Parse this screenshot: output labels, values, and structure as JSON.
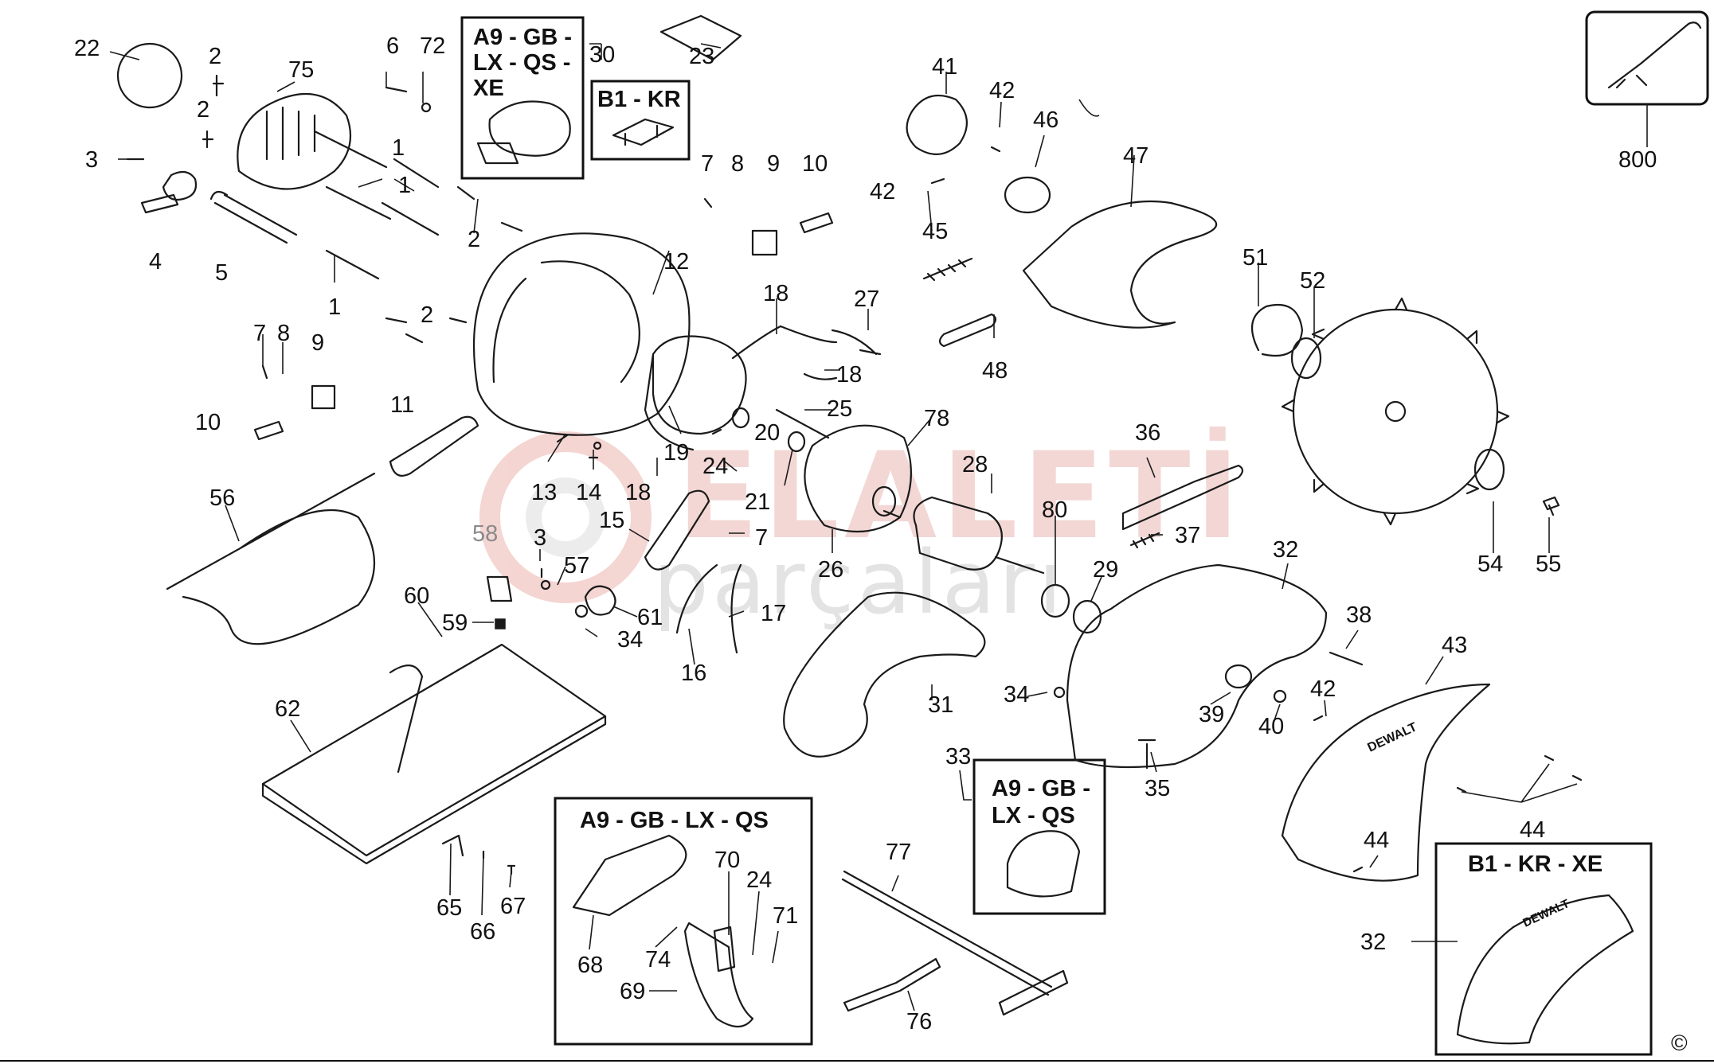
{
  "watermark": {
    "line1": "ELALETİ",
    "line2": "parçaları"
  },
  "copyright_symbol": "©",
  "variant_boxes": {
    "box_30": {
      "label": "A9 - GB - LX - QS - XE",
      "lines": [
        "A9 - GB -",
        "LX - QS -",
        "XE"
      ]
    },
    "box_30b": {
      "label": "B1 - KR"
    },
    "box_33": {
      "lines": [
        "A9 - GB -",
        "LX - QS"
      ]
    },
    "box_bottom": {
      "label": "A9 - GB - LX - QS"
    },
    "box_32b": {
      "label": "B1 - KR - XE"
    }
  },
  "brand_logo": "DEWALT",
  "callouts": [
    {
      "id": "c22",
      "text": "22"
    },
    {
      "id": "c2a",
      "text": "2"
    },
    {
      "id": "c75",
      "text": "75"
    },
    {
      "id": "c6",
      "text": "6"
    },
    {
      "id": "c72",
      "text": "72"
    },
    {
      "id": "c30",
      "text": "30"
    },
    {
      "id": "c23",
      "text": "23"
    },
    {
      "id": "c41",
      "text": "41"
    },
    {
      "id": "c42a",
      "text": "42"
    },
    {
      "id": "c46",
      "text": "46"
    },
    {
      "id": "c47",
      "text": "47"
    },
    {
      "id": "c800",
      "text": "800"
    },
    {
      "id": "c2b",
      "text": "2"
    },
    {
      "id": "c3a",
      "text": "3"
    },
    {
      "id": "c1a",
      "text": "1"
    },
    {
      "id": "c1b",
      "text": "1"
    },
    {
      "id": "c7a",
      "text": "7"
    },
    {
      "id": "c8a",
      "text": "8"
    },
    {
      "id": "c9a",
      "text": "9"
    },
    {
      "id": "c10a",
      "text": "10"
    },
    {
      "id": "c42b",
      "text": "42"
    },
    {
      "id": "c4",
      "text": "4"
    },
    {
      "id": "c5",
      "text": "5"
    },
    {
      "id": "c2c",
      "text": "2"
    },
    {
      "id": "c12",
      "text": "12"
    },
    {
      "id": "c45",
      "text": "45"
    },
    {
      "id": "c51",
      "text": "51"
    },
    {
      "id": "c52",
      "text": "52"
    },
    {
      "id": "c1c",
      "text": "1"
    },
    {
      "id": "c18a",
      "text": "18"
    },
    {
      "id": "c27",
      "text": "27"
    },
    {
      "id": "c2d",
      "text": "2"
    },
    {
      "id": "c7b",
      "text": "7"
    },
    {
      "id": "c8b",
      "text": "8"
    },
    {
      "id": "c9b",
      "text": "9"
    },
    {
      "id": "c48",
      "text": "48"
    },
    {
      "id": "c18b",
      "text": "18"
    },
    {
      "id": "c10b",
      "text": "10"
    },
    {
      "id": "c11",
      "text": "11"
    },
    {
      "id": "c20",
      "text": "20"
    },
    {
      "id": "c25",
      "text": "25"
    },
    {
      "id": "c78",
      "text": "78"
    },
    {
      "id": "c36",
      "text": "36"
    },
    {
      "id": "c19",
      "text": "19"
    },
    {
      "id": "c13",
      "text": "13"
    },
    {
      "id": "c14",
      "text": "14"
    },
    {
      "id": "c18c",
      "text": "18"
    },
    {
      "id": "c24a",
      "text": "24"
    },
    {
      "id": "c21",
      "text": "21"
    },
    {
      "id": "c28",
      "text": "28"
    },
    {
      "id": "c56",
      "text": "56"
    },
    {
      "id": "c15",
      "text": "15"
    },
    {
      "id": "c7c",
      "text": "7"
    },
    {
      "id": "c80",
      "text": "80"
    },
    {
      "id": "c37",
      "text": "37"
    },
    {
      "id": "c58",
      "text": "58"
    },
    {
      "id": "c3b",
      "text": "3"
    },
    {
      "id": "c57",
      "text": "57"
    },
    {
      "id": "c26",
      "text": "26"
    },
    {
      "id": "c29",
      "text": "29"
    },
    {
      "id": "c32a",
      "text": "32"
    },
    {
      "id": "c54",
      "text": "54"
    },
    {
      "id": "c55",
      "text": "55"
    },
    {
      "id": "c60",
      "text": "60"
    },
    {
      "id": "c59",
      "text": "59"
    },
    {
      "id": "c61",
      "text": "61"
    },
    {
      "id": "c34a",
      "text": "34"
    },
    {
      "id": "c17",
      "text": "17"
    },
    {
      "id": "c38",
      "text": "38"
    },
    {
      "id": "c43",
      "text": "43"
    },
    {
      "id": "c16",
      "text": "16"
    },
    {
      "id": "c31",
      "text": "31"
    },
    {
      "id": "c34b",
      "text": "34"
    },
    {
      "id": "c39",
      "text": "39"
    },
    {
      "id": "c40",
      "text": "40"
    },
    {
      "id": "c42c",
      "text": "42"
    },
    {
      "id": "c62",
      "text": "62"
    },
    {
      "id": "c33",
      "text": "33"
    },
    {
      "id": "c35",
      "text": "35"
    },
    {
      "id": "c44a",
      "text": "44"
    },
    {
      "id": "c44b",
      "text": "44"
    },
    {
      "id": "c65",
      "text": "65"
    },
    {
      "id": "c66",
      "text": "66"
    },
    {
      "id": "c67",
      "text": "67"
    },
    {
      "id": "c77",
      "text": "77"
    },
    {
      "id": "c70",
      "text": "70"
    },
    {
      "id": "c24b",
      "text": "24"
    },
    {
      "id": "c71",
      "text": "71"
    },
    {
      "id": "c74",
      "text": "74"
    },
    {
      "id": "c68",
      "text": "68"
    },
    {
      "id": "c69",
      "text": "69"
    },
    {
      "id": "c76",
      "text": "76"
    },
    {
      "id": "c32b",
      "text": "32"
    }
  ]
}
